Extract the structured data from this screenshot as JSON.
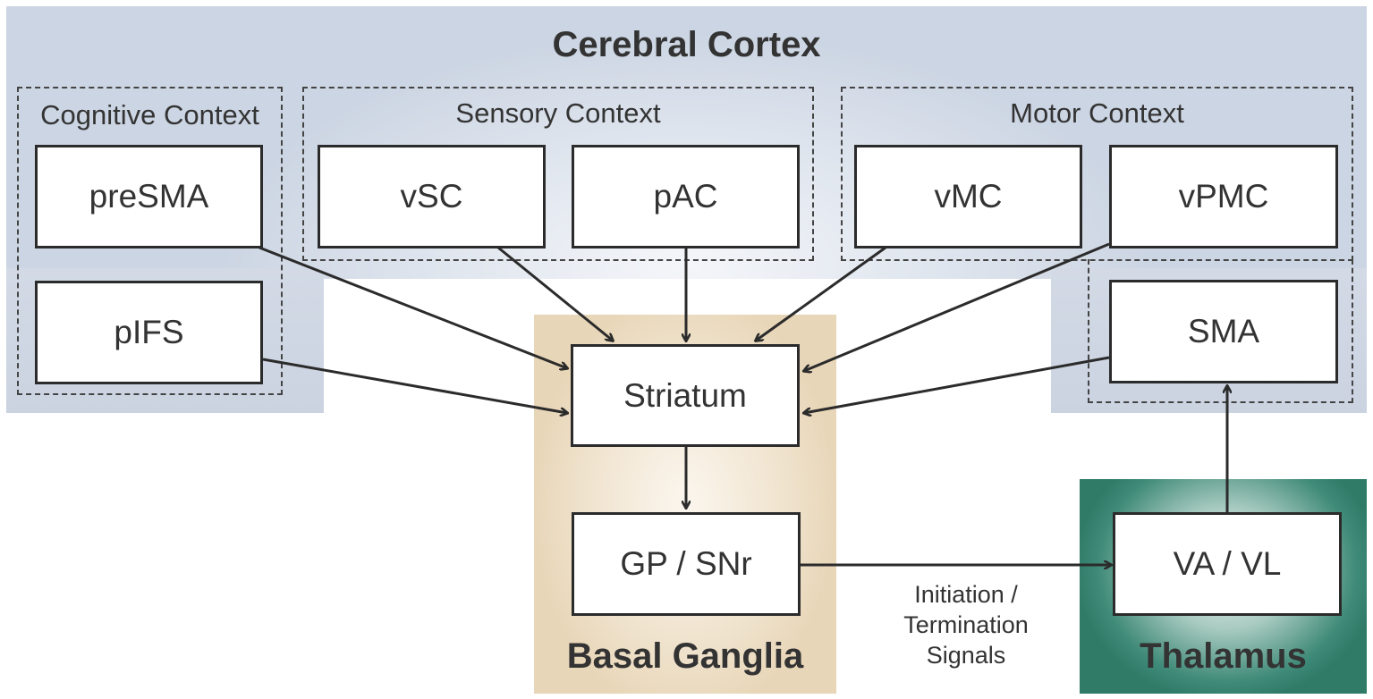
{
  "regions": {
    "cortex": "Cerebral Cortex",
    "basal_ganglia": "Basal Ganglia",
    "thalamus": "Thalamus"
  },
  "contexts": {
    "cognitive": "Cognitive Context",
    "sensory": "Sensory Context",
    "motor": "Motor Context"
  },
  "nodes": {
    "presma": "preSMA",
    "pifs": "pIFS",
    "vsc": "vSC",
    "pac": "pAC",
    "vmc": "vMC",
    "vpmc": "vPMC",
    "sma": "SMA",
    "striatum": "Striatum",
    "gp_snr": "GP / SNr",
    "va_vl": "VA / VL"
  },
  "signal_label": {
    "line1": "Initiation /",
    "line2": "Termination",
    "line3": "Signals"
  },
  "colors": {
    "cortex": "#d3dae6",
    "basal_ganglia": "#f1e5d1",
    "thalamus": "#3f8a78",
    "box_border": "#2b2b2b",
    "arrow": "#2b2b2b"
  }
}
